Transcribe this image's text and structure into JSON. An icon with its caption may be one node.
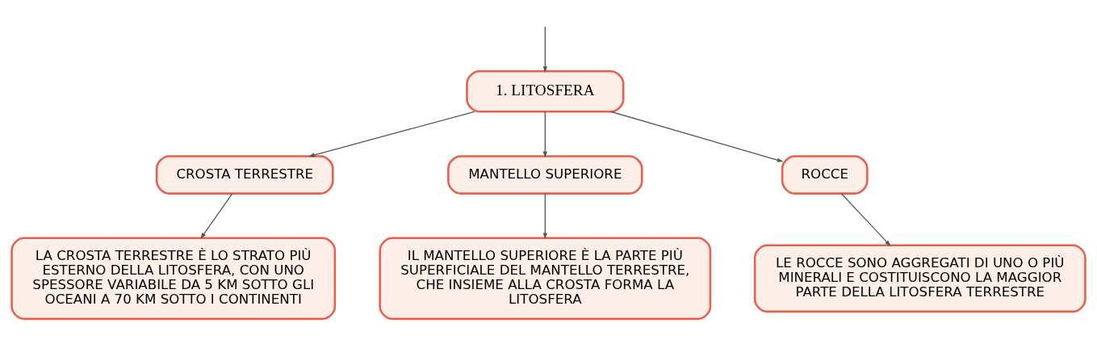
{
  "diagram": {
    "nodes": [
      {
        "text": [
          "1. LITOSFERA"
        ]
      },
      {
        "text": [
          "CROSTA TERRESTRE"
        ]
      },
      {
        "text": [
          "MANTELLO SUPERIORE"
        ]
      },
      {
        "text": [
          "ROCCE"
        ]
      },
      {
        "text": [
          "LA CROSTA TERRESTRE È LO STRATO PIÙ ESTERNO DELLA LITOSFERA, CON UNO SPESSORE VARIABILE DA 5 KM SOTTO GLI OCEANI A 70 KM SOTTO I CONTINENTI"
        ]
      },
      {
        "text": [
          "IL MANTELLO SUPERIORE È LA PARTE PIÙ SUPERFICIALE DEL MANTELLO TERRESTRE, CHE INSIEME ALLA CROSTA FORMA LA LITOSFERA"
        ]
      },
      {
        "text": [
          "LE ROCCE SONO AGGREGATI DI UNO O PIÙ MINERALI E COSTITUISCONO LA MAGGIOR PARTE DELLA LITOSFERA TERRESTRE"
        ]
      }
    ],
    "edges": [
      {
        "from": null,
        "to": 0,
        "arrow": "to"
      },
      {
        "from": 0,
        "to": 1,
        "arrow": "to"
      },
      {
        "from": 0,
        "to": 2,
        "arrow": "to"
      },
      {
        "from": 0,
        "to": 3,
        "arrow": "to"
      },
      {
        "from": 1,
        "to": 4,
        "arrow": "to"
      },
      {
        "from": 2,
        "to": 5,
        "arrow": "to"
      },
      {
        "from": 3,
        "to": 6,
        "arrow": "to"
      }
    ]
  }
}
